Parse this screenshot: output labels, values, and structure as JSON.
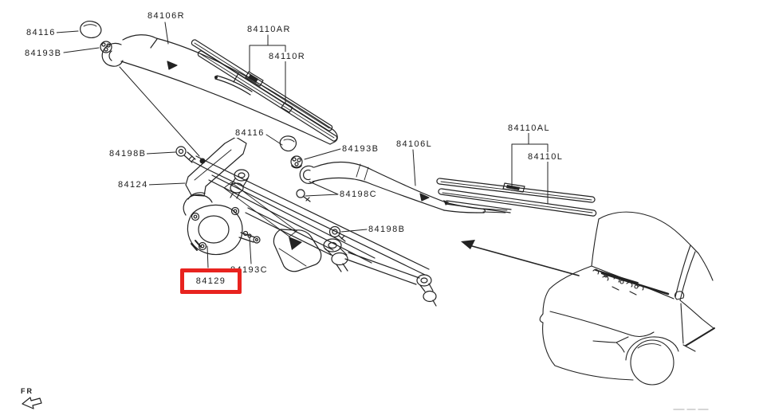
{
  "diagram": {
    "part_labels": [
      {
        "id": "84116-right-cap",
        "text": "84116"
      },
      {
        "id": "84193b-right-nut",
        "text": "84193B"
      },
      {
        "id": "84106r-wiper-arm-right",
        "text": "84106R"
      },
      {
        "id": "84110ar-blade-assy-right",
        "text": "84110AR"
      },
      {
        "id": "84110r-blade-right",
        "text": "84110R"
      },
      {
        "id": "84116-center-cap",
        "text": "84116"
      },
      {
        "id": "84193b-center-nut",
        "text": "84193B"
      },
      {
        "id": "84106l-wiper-arm-left",
        "text": "84106L"
      },
      {
        "id": "84110al-blade-assy-left",
        "text": "84110AL"
      },
      {
        "id": "84110l-blade-left",
        "text": "84110L"
      },
      {
        "id": "84198b-screw-left",
        "text": "84198B"
      },
      {
        "id": "84124-cowl-bracket",
        "text": "84124"
      },
      {
        "id": "84198c-bolt",
        "text": "84198C"
      },
      {
        "id": "84198b-screw-right",
        "text": "84198B"
      },
      {
        "id": "84193c-washer",
        "text": "84193C"
      },
      {
        "id": "84129-wiper-motor",
        "text": "84129"
      }
    ],
    "highlighted_part": "84129",
    "highlight_color": "#e8231f",
    "line_color": "#222222",
    "fr_label": "FR"
  }
}
